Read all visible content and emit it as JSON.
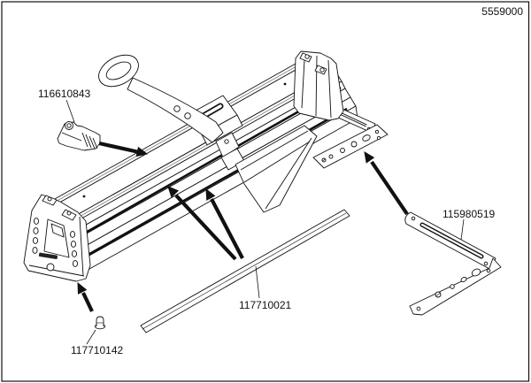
{
  "document": {
    "code": "5559000"
  },
  "parts": {
    "side_stop": {
      "number": "116610843"
    },
    "angle_guide": {
      "number": "115980519"
    },
    "ruler_strip": {
      "number": "117710021"
    },
    "rubber_foot": {
      "number": "117710142"
    }
  },
  "colors": {
    "line": "#111111",
    "background": "#ffffff"
  }
}
